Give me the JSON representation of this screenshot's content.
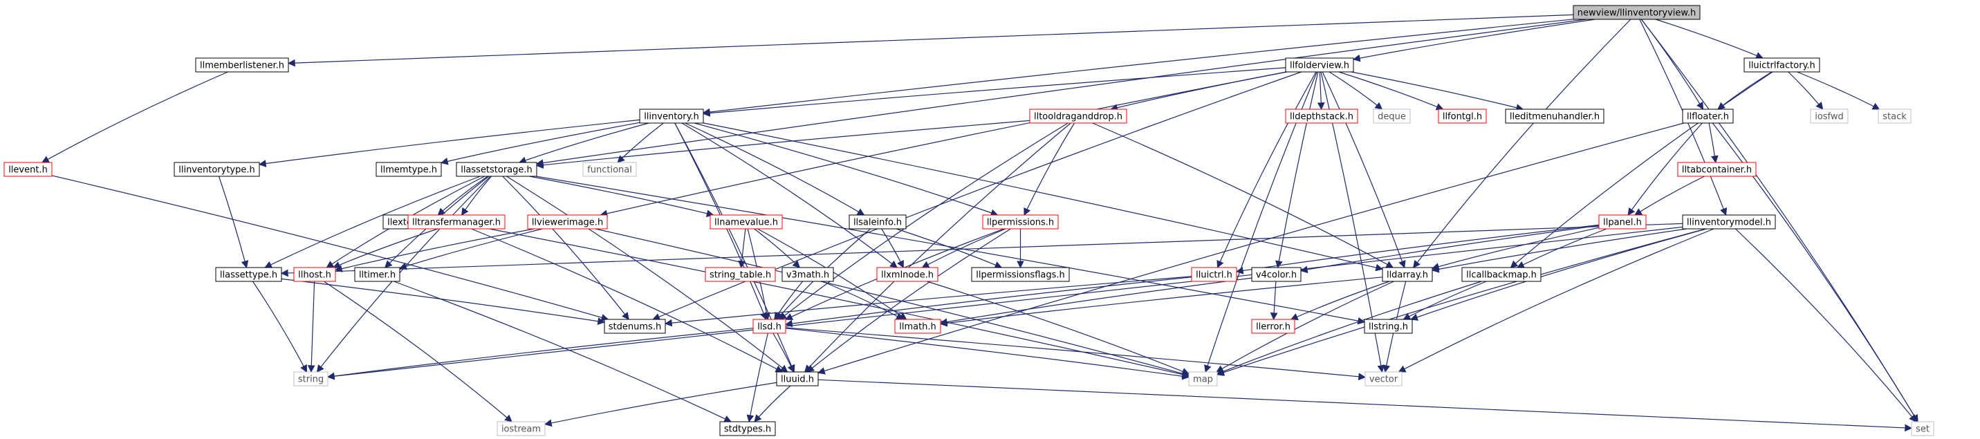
{
  "graph": {
    "nodes": [
      {
        "id": "root",
        "label": "newview/llinventoryview.h",
        "style": "root"
      },
      {
        "id": "llmemberlistener",
        "label": "llmemberlistener.h",
        "style": "black"
      },
      {
        "id": "llfolderview",
        "label": "llfolderview.h",
        "style": "black"
      },
      {
        "id": "lluictrlfactory",
        "label": "lluictrlfactory.h",
        "style": "black"
      },
      {
        "id": "llevent",
        "label": "llevent.h",
        "style": "red"
      },
      {
        "id": "llinventory",
        "label": "llinventory.h",
        "style": "black"
      },
      {
        "id": "lltooldraganddrop",
        "label": "lltooldraganddrop.h",
        "style": "red"
      },
      {
        "id": "lldepthstack",
        "label": "lldepthstack.h",
        "style": "red"
      },
      {
        "id": "deque",
        "label": "deque",
        "style": "gray"
      },
      {
        "id": "llfontgl",
        "label": "llfontgl.h",
        "style": "red"
      },
      {
        "id": "lleditmenuhandler",
        "label": "lleditmenuhandler.h",
        "style": "black"
      },
      {
        "id": "llfloater",
        "label": "llfloater.h",
        "style": "black"
      },
      {
        "id": "iosfwd",
        "label": "iosfwd",
        "style": "gray"
      },
      {
        "id": "stack",
        "label": "stack",
        "style": "gray"
      },
      {
        "id": "llinventorytype",
        "label": "llinventorytype.h",
        "style": "black"
      },
      {
        "id": "llmemtype",
        "label": "llmemtype.h",
        "style": "black"
      },
      {
        "id": "llassetstorage",
        "label": "llassetstorage.h",
        "style": "black"
      },
      {
        "id": "functional",
        "label": "functional",
        "style": "gray"
      },
      {
        "id": "lltabcontainer",
        "label": "lltabcontainer.h",
        "style": "red"
      },
      {
        "id": "llextendedstatus",
        "label": "llextendedstatus.h",
        "style": "black"
      },
      {
        "id": "lltransfermanager",
        "label": "lltransfermanager.h",
        "style": "red"
      },
      {
        "id": "llviewerimage",
        "label": "llviewerimage.h",
        "style": "red"
      },
      {
        "id": "llnamevalue",
        "label": "llnamevalue.h",
        "style": "red"
      },
      {
        "id": "llsaleinfo",
        "label": "llsaleinfo.h",
        "style": "black"
      },
      {
        "id": "llpermissions",
        "label": "llpermissions.h",
        "style": "red"
      },
      {
        "id": "llpanel",
        "label": "llpanel.h",
        "style": "red"
      },
      {
        "id": "llinventorymodel",
        "label": "llinventorymodel.h",
        "style": "black"
      },
      {
        "id": "llassettype",
        "label": "llassettype.h",
        "style": "black"
      },
      {
        "id": "llhost",
        "label": "llhost.h",
        "style": "red"
      },
      {
        "id": "lltimer",
        "label": "lltimer.h",
        "style": "black"
      },
      {
        "id": "string_table",
        "label": "string_table.h",
        "style": "red"
      },
      {
        "id": "v3math",
        "label": "v3math.h",
        "style": "black"
      },
      {
        "id": "llxmlnode",
        "label": "llxmlnode.h",
        "style": "red"
      },
      {
        "id": "llpermissionsflags",
        "label": "llpermissionsflags.h",
        "style": "black"
      },
      {
        "id": "lluictrl",
        "label": "lluictrl.h",
        "style": "red"
      },
      {
        "id": "v4color",
        "label": "v4color.h",
        "style": "black"
      },
      {
        "id": "lldarray",
        "label": "lldarray.h",
        "style": "black"
      },
      {
        "id": "llcallbackmap",
        "label": "llcallbackmap.h",
        "style": "black"
      },
      {
        "id": "stdenums",
        "label": "stdenums.h",
        "style": "black"
      },
      {
        "id": "llsd",
        "label": "llsd.h",
        "style": "red"
      },
      {
        "id": "llmath",
        "label": "llmath.h",
        "style": "red"
      },
      {
        "id": "llerror",
        "label": "llerror.h",
        "style": "red"
      },
      {
        "id": "llstring",
        "label": "llstring.h",
        "style": "black"
      },
      {
        "id": "string",
        "label": "string",
        "style": "gray"
      },
      {
        "id": "lluuid",
        "label": "lluuid.h",
        "style": "black"
      },
      {
        "id": "map",
        "label": "map",
        "style": "gray"
      },
      {
        "id": "vector",
        "label": "vector",
        "style": "gray"
      },
      {
        "id": "iostream",
        "label": "iostream",
        "style": "gray"
      },
      {
        "id": "stdtypes",
        "label": "stdtypes.h",
        "style": "black"
      },
      {
        "id": "set",
        "label": "set",
        "style": "gray"
      }
    ],
    "edges": [
      [
        "root",
        "llmemberlistener"
      ],
      [
        "root",
        "llfolderview"
      ],
      [
        "root",
        "lluictrlfactory"
      ],
      [
        "root",
        "llinventory"
      ],
      [
        "root",
        "llassetstorage"
      ],
      [
        "root",
        "llfloater"
      ],
      [
        "root",
        "llinventorymodel"
      ],
      [
        "root",
        "lldarray"
      ],
      [
        "root",
        "set"
      ],
      [
        "llmemberlistener",
        "llevent"
      ],
      [
        "llevent",
        "stdenums"
      ],
      [
        "llfolderview",
        "llinventory"
      ],
      [
        "llfolderview",
        "lltooldraganddrop"
      ],
      [
        "llfolderview",
        "lldepthstack"
      ],
      [
        "llfolderview",
        "deque"
      ],
      [
        "llfolderview",
        "llfontgl"
      ],
      [
        "llfolderview",
        "lleditmenuhandler"
      ],
      [
        "llfolderview",
        "llviewerimage"
      ],
      [
        "llfolderview",
        "lluictrl"
      ],
      [
        "llfolderview",
        "v4color"
      ],
      [
        "llfolderview",
        "map"
      ],
      [
        "llfolderview",
        "vector"
      ],
      [
        "llfolderview",
        "lldarray"
      ],
      [
        "llfolderview",
        "stdenums"
      ],
      [
        "lluictrlfactory",
        "llfloater"
      ],
      [
        "lluictrlfactory",
        "iosfwd"
      ],
      [
        "lluictrlfactory",
        "stack"
      ],
      [
        "lluictrlfactory",
        "llcallbackmap"
      ],
      [
        "llfloater",
        "lltabcontainer"
      ],
      [
        "llfloater",
        "llpanel"
      ],
      [
        "llfloater",
        "set"
      ],
      [
        "llfloater",
        "lluuid"
      ],
      [
        "lltabcontainer",
        "llpanel"
      ],
      [
        "llpanel",
        "lluictrl"
      ],
      [
        "llpanel",
        "llcallbackmap"
      ],
      [
        "llpanel",
        "lldarray"
      ],
      [
        "llpanel",
        "v4color"
      ],
      [
        "llinventory",
        "llinventorytype"
      ],
      [
        "llinventory",
        "llmemtype"
      ],
      [
        "llinventory",
        "llassetstorage"
      ],
      [
        "llinventory",
        "functional"
      ],
      [
        "llinventory",
        "llsaleinfo"
      ],
      [
        "llinventory",
        "llpermissions"
      ],
      [
        "llinventory",
        "llxmlnode"
      ],
      [
        "llinventory",
        "llsd"
      ],
      [
        "llinventory",
        "lluuid"
      ],
      [
        "llinventory",
        "lldarray"
      ],
      [
        "lltooldraganddrop",
        "llassetstorage"
      ],
      [
        "lltooldraganddrop",
        "llpermissions"
      ],
      [
        "lltooldraganddrop",
        "lluuid"
      ],
      [
        "lltooldraganddrop",
        "lldarray"
      ],
      [
        "lltooldraganddrop",
        "llsd"
      ],
      [
        "llinventorytype",
        "llassettype"
      ],
      [
        "llassetstorage",
        "llextendedstatus"
      ],
      [
        "llassetstorage",
        "lltransfermanager"
      ],
      [
        "llassetstorage",
        "llnamevalue"
      ],
      [
        "llassetstorage",
        "llassettype"
      ],
      [
        "llassetstorage",
        "llhost"
      ],
      [
        "llassetstorage",
        "lltimer"
      ],
      [
        "llassetstorage",
        "string"
      ],
      [
        "llassetstorage",
        "lluuid"
      ],
      [
        "llassetstorage",
        "stdenums"
      ],
      [
        "llassetstorage",
        "llstring"
      ],
      [
        "lltransfermanager",
        "llhost"
      ],
      [
        "lltransfermanager",
        "lluuid"
      ],
      [
        "lltransfermanager",
        "map"
      ],
      [
        "llviewerimage",
        "llhost"
      ],
      [
        "llviewerimage",
        "lltimer"
      ],
      [
        "llviewerimage",
        "map"
      ],
      [
        "llnamevalue",
        "string_table"
      ],
      [
        "llnamevalue",
        "v3math"
      ],
      [
        "llnamevalue",
        "llmath"
      ],
      [
        "llnamevalue",
        "llsd"
      ],
      [
        "llsaleinfo",
        "llxmlnode"
      ],
      [
        "llsaleinfo",
        "llpermissionsflags"
      ],
      [
        "llsaleinfo",
        "llsd"
      ],
      [
        "llpermissions",
        "llxmlnode"
      ],
      [
        "llpermissions",
        "llpermissionsflags"
      ],
      [
        "llpermissions",
        "llsd"
      ],
      [
        "llpermissions",
        "lluuid"
      ],
      [
        "llinventorymodel",
        "llassettype"
      ],
      [
        "llinventorymodel",
        "lldarray"
      ],
      [
        "llinventorymodel",
        "llstring"
      ],
      [
        "llinventorymodel",
        "map"
      ],
      [
        "llinventorymodel",
        "vector"
      ],
      [
        "llinventorymodel",
        "set"
      ],
      [
        "llinventorymodel",
        "string"
      ],
      [
        "llassettype",
        "string"
      ],
      [
        "llassettype",
        "stdenums"
      ],
      [
        "llhost",
        "string"
      ],
      [
        "llhost",
        "iostream"
      ],
      [
        "lltimer",
        "stdtypes"
      ],
      [
        "v3math",
        "llmath"
      ],
      [
        "v3math",
        "llsd"
      ],
      [
        "llxmlnode",
        "map"
      ],
      [
        "lluictrl",
        "llsd"
      ],
      [
        "lluictrl",
        "stdenums"
      ],
      [
        "v4color",
        "llerror"
      ],
      [
        "v4color",
        "llmath"
      ],
      [
        "lldarray",
        "llerror"
      ],
      [
        "lldarray",
        "map"
      ],
      [
        "lldarray",
        "vector"
      ],
      [
        "lldarray",
        "llmath"
      ],
      [
        "llcallbackmap",
        "llstring"
      ],
      [
        "llcallbackmap",
        "map"
      ],
      [
        "llsd",
        "lluuid"
      ],
      [
        "llsd",
        "map"
      ],
      [
        "llsd",
        "string"
      ],
      [
        "llsd",
        "vector"
      ],
      [
        "llsd",
        "stdtypes"
      ],
      [
        "lluuid",
        "stdtypes"
      ],
      [
        "lluuid",
        "iostream"
      ],
      [
        "lluuid",
        "set"
      ]
    ]
  }
}
